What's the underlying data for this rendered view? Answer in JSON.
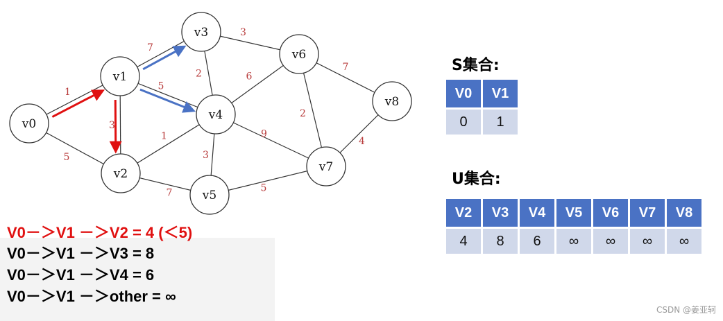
{
  "graph": {
    "nodes": [
      "v0",
      "v1",
      "v2",
      "v3",
      "v4",
      "v5",
      "v6",
      "v7",
      "v8"
    ],
    "edges": [
      {
        "from": "v0",
        "to": "v1",
        "weight": "1"
      },
      {
        "from": "v0",
        "to": "v2",
        "weight": "5"
      },
      {
        "from": "v1",
        "to": "v2",
        "weight": "3"
      },
      {
        "from": "v1",
        "to": "v3",
        "weight": "7"
      },
      {
        "from": "v1",
        "to": "v4",
        "weight": "5"
      },
      {
        "from": "v2",
        "to": "v4",
        "weight": "1"
      },
      {
        "from": "v2",
        "to": "v5",
        "weight": "7"
      },
      {
        "from": "v3",
        "to": "v4",
        "weight": "2"
      },
      {
        "from": "v3",
        "to": "v6",
        "weight": "3"
      },
      {
        "from": "v4",
        "to": "v5",
        "weight": "3"
      },
      {
        "from": "v4",
        "to": "v6",
        "weight": "6"
      },
      {
        "from": "v4",
        "to": "v7",
        "weight": "9"
      },
      {
        "from": "v5",
        "to": "v7",
        "weight": "5"
      },
      {
        "from": "v6",
        "to": "v7",
        "weight": "2"
      },
      {
        "from": "v6",
        "to": "v8",
        "weight": "7"
      },
      {
        "from": "v7",
        "to": "v8",
        "weight": "4"
      }
    ],
    "highlight_arrows": [
      {
        "from": "v0",
        "to": "v1",
        "color": "#e01010"
      },
      {
        "from": "v1",
        "to": "v2",
        "color": "#e01010"
      },
      {
        "from": "v1",
        "to": "v3",
        "color": "#4a72c4"
      },
      {
        "from": "v1",
        "to": "v4",
        "color": "#4a72c4"
      }
    ]
  },
  "s_set": {
    "title": "S集合:",
    "headers": [
      "V0",
      "V1"
    ],
    "values": [
      "0",
      "1"
    ]
  },
  "u_set": {
    "title": "U集合:",
    "headers": [
      "V2",
      "V3",
      "V4",
      "V5",
      "V6",
      "V7",
      "V8"
    ],
    "values": [
      "4",
      "8",
      "6",
      "∞",
      "∞",
      "∞",
      "∞"
    ],
    "highlight_index": 0
  },
  "paths": [
    "V0－＞V1 －＞V2 = 4   (＜5)",
    "V0－＞V1 －＞V3 = 8",
    "V0－＞V1 －＞V4 = 6",
    "V0－＞V1 －＞other = ∞"
  ],
  "colors": {
    "accent_red": "#e01010",
    "header_blue": "#4a72c4",
    "cell_bg": "#d0d8ea"
  },
  "watermark": "CSDN @姜亚轲"
}
